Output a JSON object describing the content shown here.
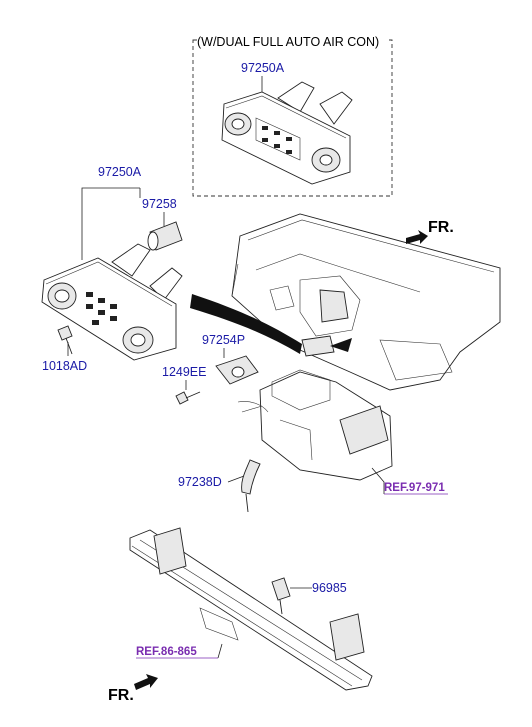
{
  "option_box": {
    "title": "(W/DUAL FULL AUTO AIR CON)",
    "part_number": "97250A"
  },
  "labels": {
    "p97250A": "97250A",
    "p97258": "97258",
    "p1018AD": "1018AD",
    "p97254P": "97254P",
    "p1249EE": "1249EE",
    "p97238D": "97238D",
    "p96985": "96985"
  },
  "references": {
    "ref_97_971": "REF.97-971",
    "ref_86_865": "REF.86-865"
  },
  "directions": {
    "fr_top": "FR.",
    "fr_bottom": "FR."
  },
  "colors": {
    "part_label": "#1a1aa6",
    "reference_label": "#7a2db0",
    "line": "#222222"
  }
}
